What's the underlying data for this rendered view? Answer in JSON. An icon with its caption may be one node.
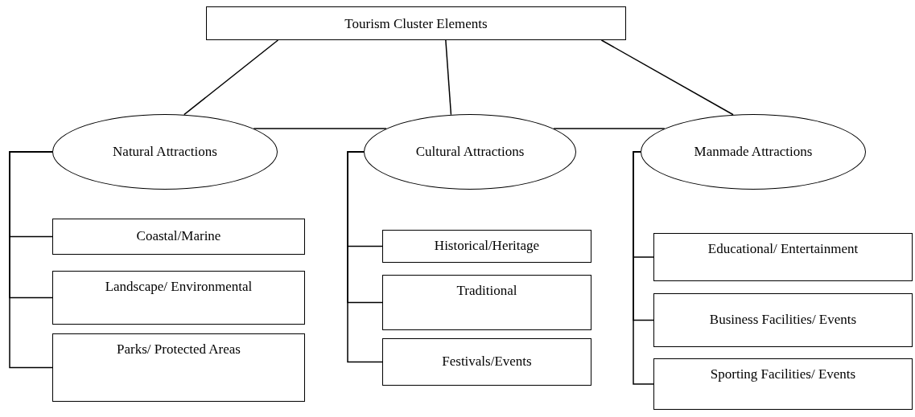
{
  "diagram": {
    "nodes": [
      {
        "text": [
          "Tourism Cluster Elements"
        ]
      },
      {
        "text": [
          "Natural Attractions"
        ]
      },
      {
        "text": [
          "Cultural Attractions"
        ]
      },
      {
        "text": [
          "Manmade Attractions"
        ]
      },
      {
        "text": [
          "Coastal/Marine"
        ]
      },
      {
        "text": [
          "Landscape/ Environmental"
        ]
      },
      {
        "text": [
          "Parks/ Protected Areas"
        ]
      },
      {
        "text": [
          "Historical/Heritage"
        ]
      },
      {
        "text": [
          "Traditional"
        ]
      },
      {
        "text": [
          "Festivals/Events"
        ]
      },
      {
        "text": [
          "Educational/ Entertainment"
        ]
      },
      {
        "text": [
          "Business Facilities/ Events"
        ]
      },
      {
        "text": [
          "Sporting Facilities/ Events"
        ]
      }
    ],
    "edges": [
      {
        "from": 0,
        "to": 1,
        "arrow": "none"
      },
      {
        "from": 0,
        "to": 2,
        "arrow": "none"
      },
      {
        "from": 0,
        "to": 3,
        "arrow": "none"
      },
      {
        "from": 1,
        "to": 2,
        "arrow": "none"
      },
      {
        "from": 2,
        "to": 3,
        "arrow": "none"
      },
      {
        "from": 1,
        "to": 4,
        "arrow": "none"
      },
      {
        "from": 1,
        "to": 5,
        "arrow": "none"
      },
      {
        "from": 1,
        "to": 6,
        "arrow": "none"
      },
      {
        "from": 2,
        "to": 7,
        "arrow": "none"
      },
      {
        "from": 2,
        "to": 8,
        "arrow": "none"
      },
      {
        "from": 2,
        "to": 9,
        "arrow": "none"
      },
      {
        "from": 3,
        "to": 10,
        "arrow": "none"
      },
      {
        "from": 3,
        "to": 11,
        "arrow": "none"
      },
      {
        "from": 3,
        "to": 12,
        "arrow": "none"
      }
    ]
  }
}
